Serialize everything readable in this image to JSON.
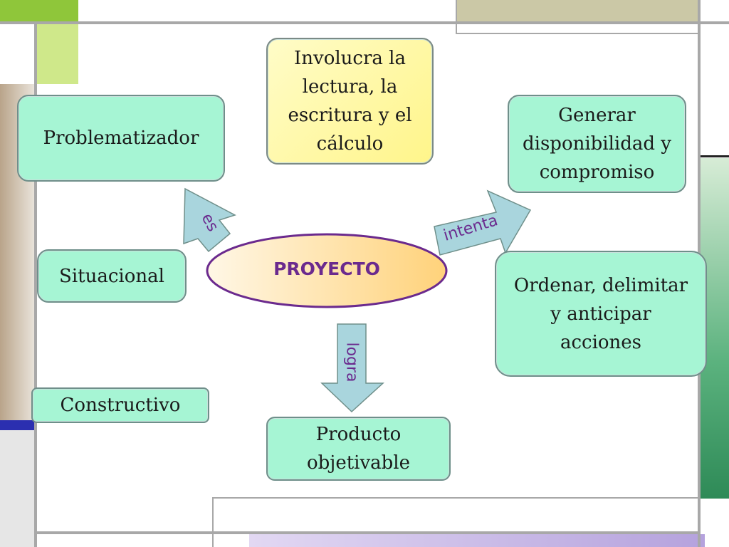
{
  "diagram": {
    "center": "PROYECTO",
    "top_box": "Involucra la lectura, la escritura y el cálculo",
    "left_boxes": [
      "Problematizador",
      "Situacional",
      "Constructivo"
    ],
    "right_boxes": [
      "Generar disponibilidad y compromiso",
      "Ordenar, delimitar y anticipar acciones"
    ],
    "bottom_box": "Producto objetivable",
    "arrows": {
      "left": "es",
      "right": "intenta",
      "down": "logra"
    }
  },
  "colors": {
    "box_fill": "#a6f5d4",
    "yellow_fill": "#fff58a",
    "ellipse_border": "#6b2a8e",
    "ellipse_fill": "#ffd27a",
    "arrow_fill": "#a9d5dd",
    "accent_green": "#9bd36a",
    "accent_tan": "#c9c7a8",
    "accent_blue": "#2b2fb0"
  }
}
